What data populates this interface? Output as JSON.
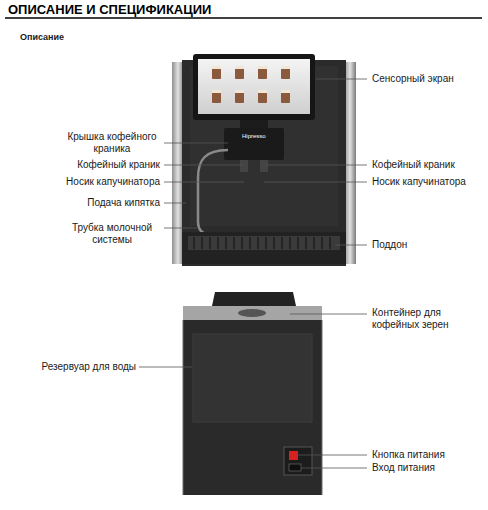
{
  "diagram": {
    "title": "ОПИСАНИЕ И СПЕЦИФИКАЦИИ",
    "labels": [
      "Описание",
      "Сенсорный экран",
      "Крышка кофейного краника",
      "Кофейный краник",
      "Кофейный краник",
      "Носик капучинатора",
      "Носик капучинатора",
      "Подача кипятка",
      "Трубка молочной системы",
      "Поддон",
      "Hipresso",
      "Контейнер для кофейных зерен",
      "Резервуар для воды",
      "Кнопка питания",
      "Вход питания"
    ]
  }
}
